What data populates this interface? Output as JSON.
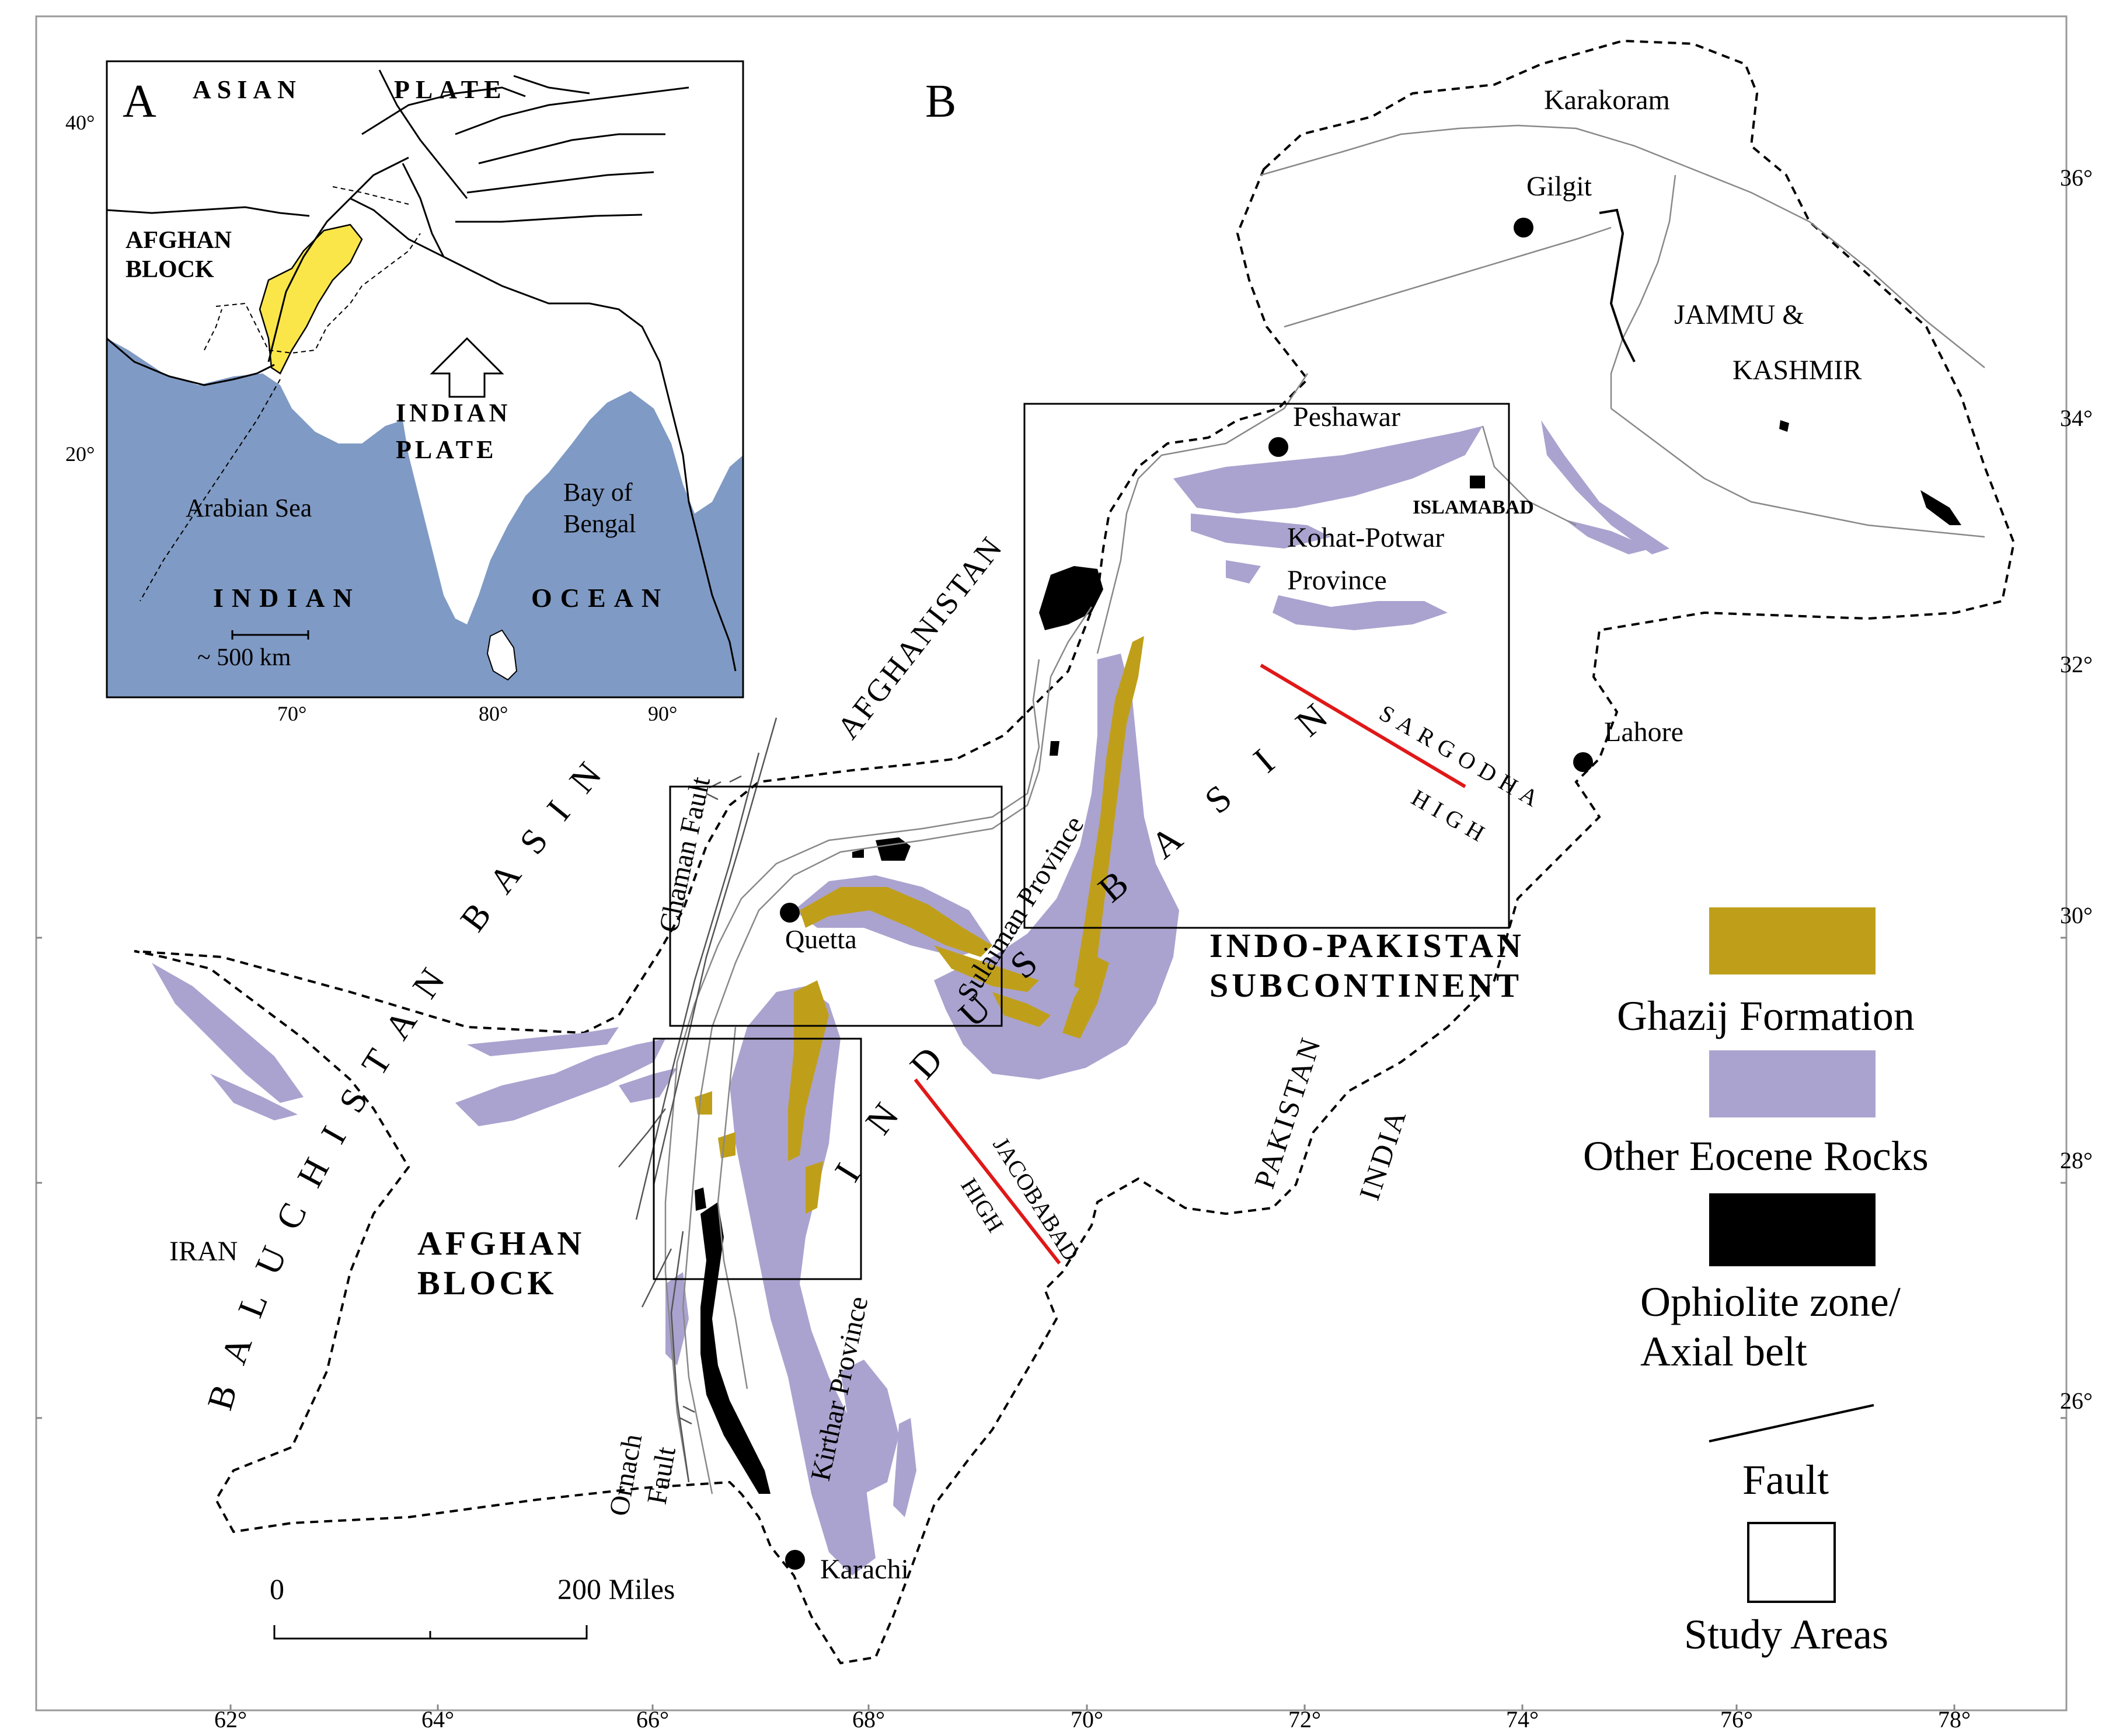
{
  "panel_letters": {
    "inset": "A",
    "main": "B"
  },
  "colors": {
    "ghazij": "#bf9f1a",
    "eocene": "#aaa3cf",
    "ophiolite": "#000000",
    "ocean": "#7f9ac4",
    "pakistan_inset": "#fbe64a",
    "high_line": "#e01818"
  },
  "inset": {
    "asian": "ASIAN",
    "plate": "PLATE",
    "afghan_block_line1": "AFGHAN",
    "afghan_block_line2": "BLOCK",
    "indian_plate_line1": "INDIAN",
    "indian_plate_line2": "PLATE",
    "arabian_sea": "Arabian Sea",
    "bay_line1": "Bay of",
    "bay_line2": "Bengal",
    "indian": "INDIAN",
    "ocean": "OCEAN",
    "scale": "~ 500 km",
    "lat_ticks": [
      "40°",
      "20°"
    ],
    "lon_ticks": [
      "70°",
      "80°",
      "90°"
    ]
  },
  "main": {
    "cities": {
      "gilgit": "Gilgit",
      "peshawar": "Peshawar",
      "islamabad": "ISLAMABAD",
      "lahore": "Lahore",
      "quetta": "Quetta",
      "karachi": "Karachi"
    },
    "regions": {
      "karakoram": "Karakoram",
      "jammu_line1": "JAMMU &",
      "jammu_line2": "KASHMIR",
      "kohat_line1": "Kohat-Potwar",
      "kohat_line2": "Province",
      "afghanistan": "AFGHANISTAN",
      "chaman_fault": "Chaman Fault",
      "sulaiman": "Sulaiman Province",
      "kirthar": "Kirthar Province",
      "ornach_line1": "Ornach",
      "ornach_line2": "Fault",
      "iran": "IRAN",
      "pakistan": "PAKISTAN",
      "india": "INDIA",
      "afghan_block_line1": "AFGHAN",
      "afghan_block_line2": "BLOCK",
      "indo_pak_line1": "INDO-PAKISTAN",
      "indo_pak_line2": "SUBCONTINENT",
      "baluchistan_basin": "BALUCHISTAN BASIN",
      "indus_basin": "INDUS BASIN",
      "sargodha_line1": "SARGODHA",
      "sargodha_line2": "HIGH",
      "jacobabad_line1": "JACOBABAD",
      "jacobabad_line2": "HIGH"
    },
    "scale_bar": {
      "zero": "0",
      "end": "200 Miles"
    },
    "lat_ticks": [
      "36°",
      "34°",
      "32°",
      "30°",
      "28°",
      "26°"
    ],
    "lon_ticks": [
      "62°",
      "64°",
      "66°",
      "68°",
      "70°",
      "72°",
      "74°",
      "76°",
      "78°"
    ]
  },
  "legend": {
    "ghazij": "Ghazij Formation",
    "eocene": "Other Eocene Rocks",
    "ophiolite_line1": "Ophiolite zone/",
    "ophiolite_line2": "Axial belt",
    "fault": "Fault",
    "study_areas": "Study Areas"
  }
}
